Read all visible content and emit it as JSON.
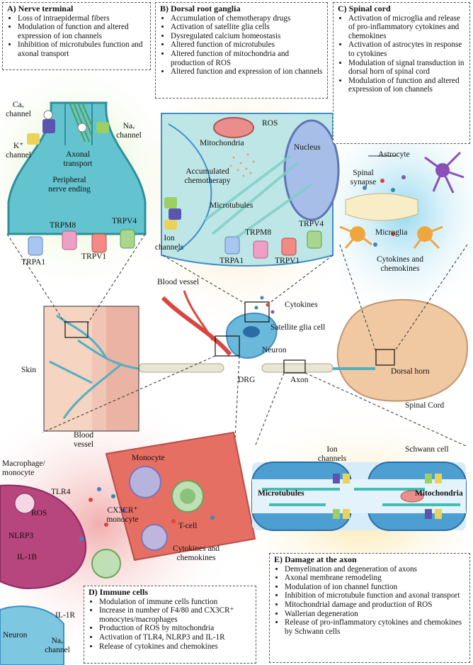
{
  "panels": {
    "nerve_terminal": {
      "title": "A) Nerve terminal",
      "items": [
        "Loss of intraepidermal fibers",
        "Modulation of function and altered expression of ion channels",
        "Inhibition of microtubules function and axonal transport"
      ]
    },
    "drg": {
      "title": "B) Dorsal root ganglia",
      "items": [
        "Accumulation of chemotherapy drugs",
        "Activation of satellite glia cells",
        "Dysregulated calcium homeostasis",
        "Altered function of microtubules",
        "Altered function of mitochondria and production of ROS",
        "Altered function and expression of ion channels"
      ]
    },
    "spinal_cord": {
      "title": "C) Spinal cord",
      "items": [
        "Activation of  microglia and release of pro-inflammatory cytokines and chemokines",
        "Activation of astrocytes in response to cytokines",
        "Modulation of signal transduction in dorsal horn of spinal cord",
        "Modulation of function and altered expression of ion channels"
      ]
    },
    "immune": {
      "title": "D) Immune cells",
      "items": [
        "Modulation of immune cells function",
        "Increase in number of F4/80  and CX3CR⁺ monocytes/macrophages",
        "Production of ROS by mitochondria",
        "Activation of TLR4, NLRP3 and IL-1R",
        "Release of cytokines and chemokines"
      ]
    },
    "axon": {
      "title": "E) Damage at the axon",
      "items": [
        "Demyelination and degeneration of axons",
        "Axonal membrane remodeling",
        "Modulation of ion channel function",
        "Inhibition of microtubule function and axonal transport",
        "Mitochondrial damage and production of ROS",
        "Wallerian degeneration",
        "Release of pro-inflammatory cytokines and chemokines by Schwann cells"
      ]
    }
  },
  "labels": {
    "ca_channel": "Caᵥ",
    "channel": "channel",
    "na_channel": "Naᵥ",
    "k_channel": "K⁺",
    "axonal": "Axonal",
    "transport": "transport",
    "peripheral": "Peripheral",
    "nerve_ending": "nerve ending",
    "trpm8": "TRPM8",
    "trpv4": "TRPV4",
    "trpa1": "TRPA1",
    "trpv1": "TRPV1",
    "ros": "ROS",
    "mitochondria": "Mitochondria",
    "accumulated": "Accumulated",
    "chemotherapy": "chemotherapy",
    "nucleus": "Nucleus",
    "microtubules": "Microtubules",
    "ion": "Ion",
    "channels": "channels",
    "astrocyte": "Astrocyte",
    "spinal": "Spinal",
    "synapse": "synapse",
    "microglia": "Microglia",
    "cytokines_and": "Cytokines and",
    "chemokines": "chemokines",
    "blood_vessel": "Blood vessel",
    "cytokines": "Cytokines",
    "satellite_glia": "Satellite glia cell",
    "neuron": "Neuron",
    "skin": "Skin",
    "drg": "DRG",
    "axon": "Axon",
    "dorsal_horn": "Dorsal horn",
    "spinal_cord": "Spinal Cord",
    "blood": "Blood",
    "vessel": "vessel",
    "monocyte": "Monocyte",
    "macrophage": "Macrophage/",
    "monocyte_lc": "monocyte",
    "tlr4": "TLR4",
    "cx3cr": "CX3CR⁺",
    "t_cell": "T-cell",
    "nlrp3": "NLRP3",
    "il1b": "IL-1B",
    "il1r": "IL-1R",
    "schwann_cell": "Schwann cell",
    "ion_channels_ax1": "Ion",
    "ion_channels_ax2": "channels",
    "microtubules_ax": "Microtubules",
    "mitochondria_ax": "Mitochondria"
  },
  "colors": {
    "nerve_fill": "#63c3cf",
    "nerve_dark": "#2e8f9c",
    "drg_bg": "#b7e3e4",
    "spinal_cord": "#f0c9a3",
    "vessel_red": "#d9463f",
    "macrophage": "#b7457e",
    "axon_blue": "#3f8fc8",
    "astrocyte": "#8a4fb8",
    "microglia": "#f0a640"
  }
}
